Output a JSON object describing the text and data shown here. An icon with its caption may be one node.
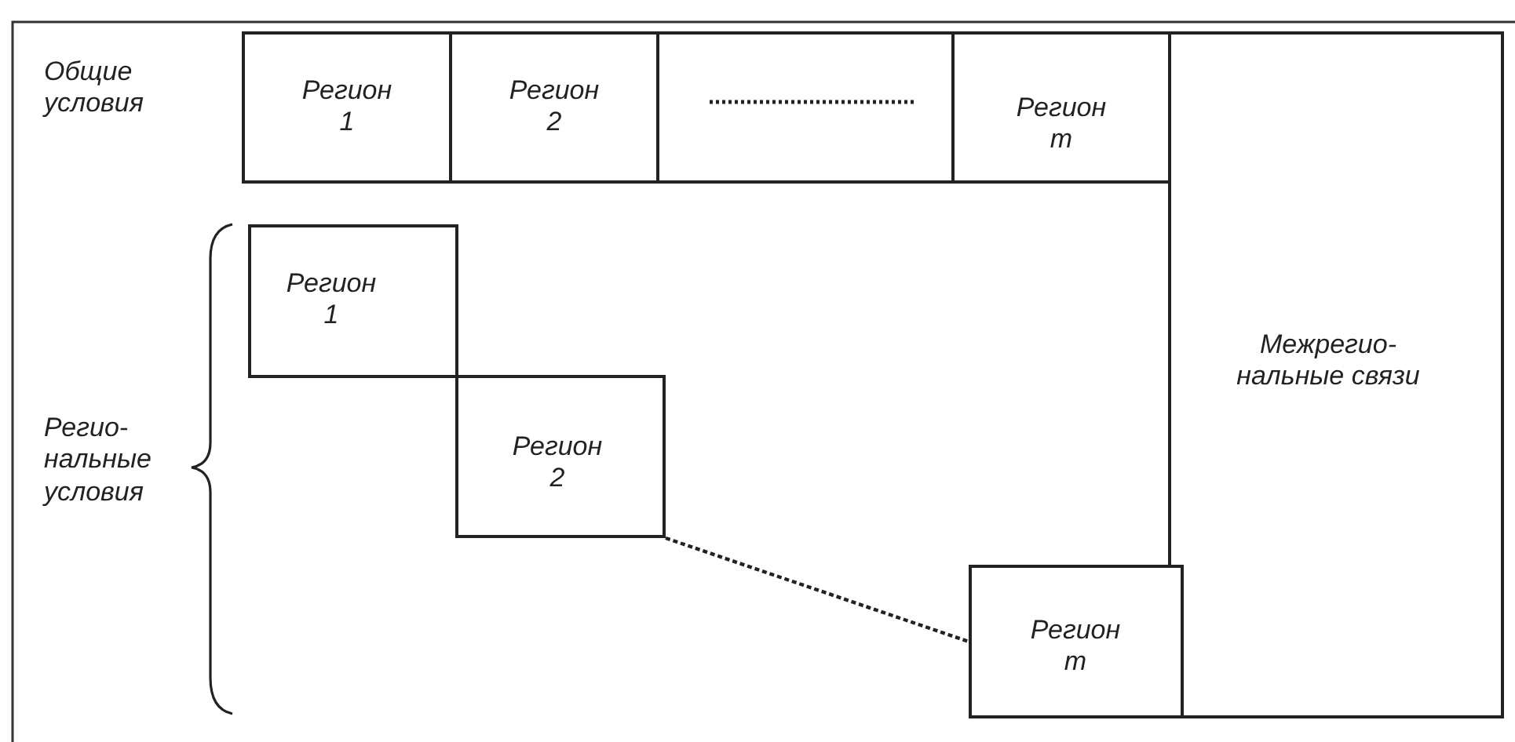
{
  "diagram": {
    "nodes": [
      {
        "text": [
          "Регион 1"
        ]
      },
      {
        "text": [
          "Регион 2"
        ]
      },
      {
        "text": [],
        "shape": "box"
      },
      {
        "text": [
          "Регион m"
        ]
      },
      {
        "text": [
          "Межрегио-нальные связи"
        ]
      },
      {
        "text": [
          "Регион 1"
        ]
      },
      {
        "text": [
          "Регион 2"
        ]
      },
      {
        "text": [
          "Регион m"
        ]
      }
    ],
    "edges": [
      {
        "from": 6,
        "to": 7,
        "arrow": "none",
        "style": "dashed"
      }
    ],
    "labels": [
      "Общие условия",
      "Регио-нальные условия"
    ]
  }
}
